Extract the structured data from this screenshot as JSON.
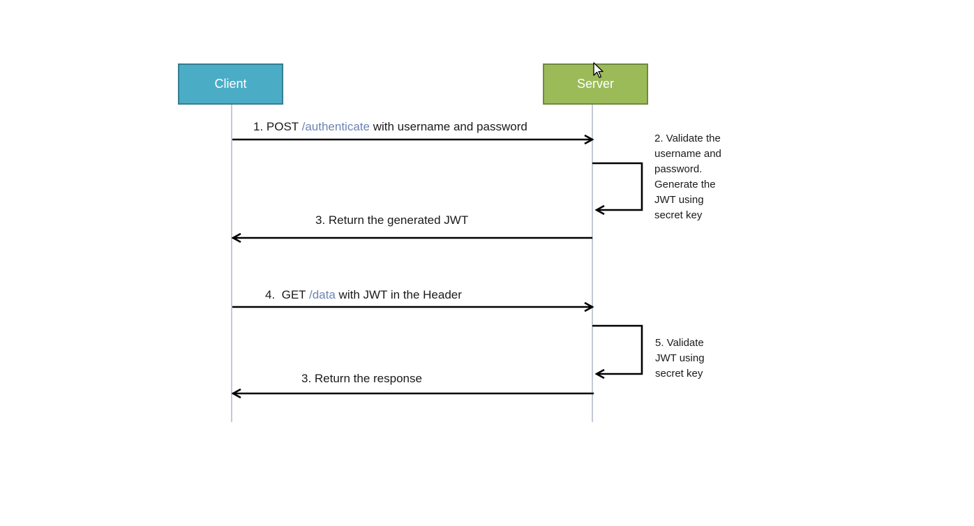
{
  "colors": {
    "client_fill": "#4bacc6",
    "client_border": "#357d91",
    "server_fill": "#9bbb59",
    "server_border": "#71893f",
    "path_highlight": "#6b84b4",
    "arrow": "#000000"
  },
  "actors": {
    "client": "Client",
    "server": "Server"
  },
  "messages": {
    "m1": {
      "prefix": "1. POST ",
      "path": "/authenticate",
      "suffix": " with username and password"
    },
    "m3": {
      "text": "3. Return the generated JWT"
    },
    "m4": {
      "prefix": "4.  GET ",
      "path": "/data",
      "suffix": " with JWT in the Header"
    },
    "m6": {
      "text": "3. Return the response"
    }
  },
  "notes": {
    "n2": {
      "line1": "2. Validate the",
      "line2": "username and",
      "line3": "password.",
      "line4": "Generate the",
      "line5": "JWT using",
      "line6": "secret key"
    },
    "n5": {
      "line1": "5. Validate",
      "line2": "JWT using",
      "line3": "secret key"
    }
  },
  "icons": {
    "cursor": "mouse-pointer-icon"
  }
}
